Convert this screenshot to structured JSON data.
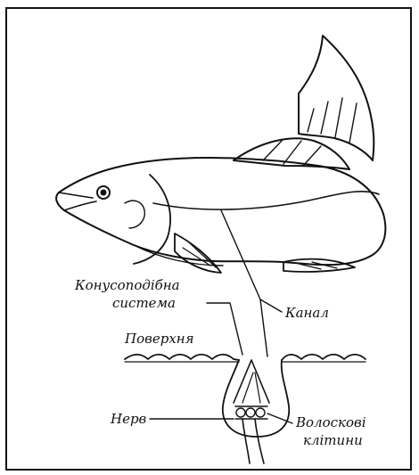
{
  "labels": {
    "cone_system_line1": "Конусоподібна",
    "cone_system_line2": "система",
    "canal": "Канал",
    "surface": "Поверхня",
    "nerve": "Нерв",
    "hair_cells_line1": "Волоскові",
    "hair_cells_line2": "клітини"
  },
  "colors": {
    "ink": "#111111",
    "background": "#ffffff"
  }
}
